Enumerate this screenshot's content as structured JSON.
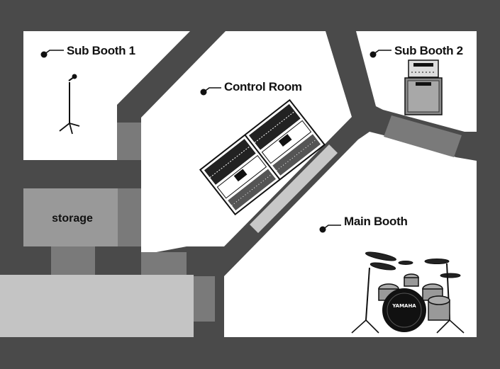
{
  "labels": {
    "sub_booth_1": "Sub Booth 1",
    "control_room": "Control Room",
    "sub_booth_2": "Sub Booth 2",
    "main_booth": "Main Booth",
    "storage": "storage"
  },
  "icons": {
    "sub_booth_1": "microphone-stand-icon",
    "control_room": "mixing-console-icon",
    "sub_booth_2": "guitar-amplifier-icon",
    "main_booth": "drum-kit-icon"
  },
  "colors": {
    "wall": "#4a4a4a",
    "room_floor": "#ffffff",
    "storage_floor": "#999999",
    "hallway_floor": "#c4c4c4",
    "door_gap": "#7a7a7a",
    "window": "#c8c8c8"
  }
}
